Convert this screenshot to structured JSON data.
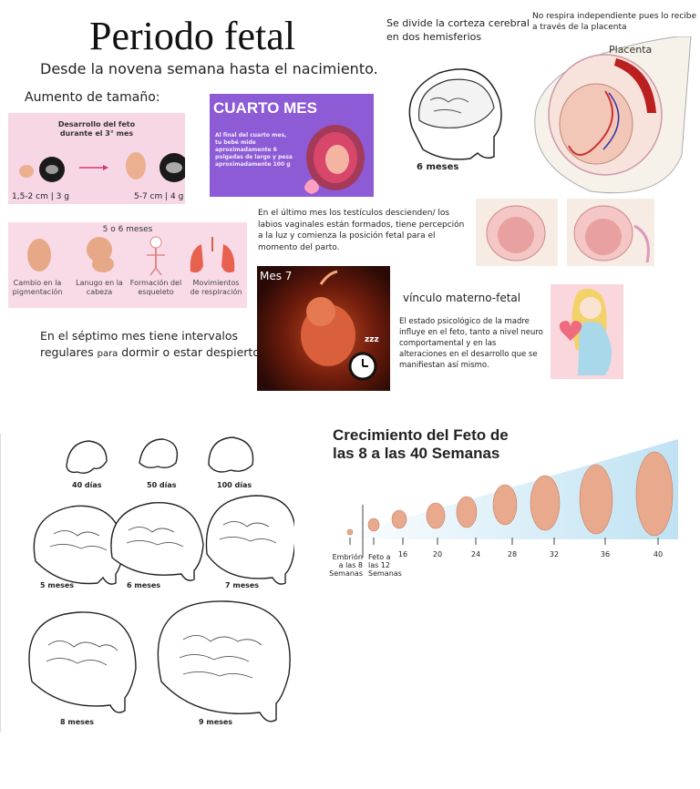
{
  "title": "Periodo fetal",
  "subtitle": "Desde la novena semana hasta el nacimiento.",
  "growth_header": "Aumento de tamaño:",
  "panel1": {
    "heading_line1": "Desarrollo del feto",
    "heading_line2": "durante el 3° mes",
    "left_caption": "1,5-2 cm | 3 g",
    "right_caption": "5-7 cm | 4 g"
  },
  "cuarto_mes": {
    "title": "CUARTO MES",
    "text": "Al final del cuarto mes, tu bebé mide aproximadamente 6 pulgadas de largo y pesa aproximadamente 100 g"
  },
  "panel2": {
    "heading": "5 o 6 meses",
    "items": [
      "Cambio en la pigmentación",
      "Lanugo en la cabeza",
      "Formación del esqueleto",
      "Movimientos de respiración"
    ]
  },
  "corteza_text": "Se divide la corteza cerebral en dos hemisferios",
  "seis_meses_label": "6 meses",
  "placenta_text": "No respira independiente pues lo recibe a través de la placenta",
  "placenta_label": "Placenta",
  "ultimo_mes_text": "En el último mes los testículos descienden/ los labios vaginales están formados, tiene percepción a la luz y comienza la posición fetal para el momento del parto.",
  "septimo_text_line1": "En el séptimo mes tiene intervalos",
  "septimo_text_line2a": "regulares ",
  "septimo_text_para": "para",
  "septimo_text_line2b": " dormir o estar despierto",
  "mes7_label": "Mes 7",
  "zzz": "zzz",
  "vinculo_title": "vínculo materno-fetal",
  "vinculo_text": "El estado psicológico de la madre influye en el feto, tanto a nivel neuro comportamental y en las alteraciones en el desarrollo que se manifiestan así mismo.",
  "brains": [
    "40 días",
    "50 días",
    "100 días",
    "5 meses",
    "6 meses",
    "7 meses",
    "8 meses",
    "9 meses"
  ],
  "growth_chart": {
    "title_line1": "Crecimiento del Feto de",
    "title_line2": "las 8 a las 40 Semanas",
    "embrion_label": "Embrión a las 8 Semanas",
    "embrion_l1": "Embrión",
    "embrion_l2": "a las 8",
    "embrion_l3": "Semanas",
    "feto_l1": "Feto a",
    "feto_l2": "las 12",
    "feto_l3": "Semanas",
    "weeks": [
      "16",
      "20",
      "24",
      "28",
      "32",
      "36",
      "40"
    ]
  },
  "colors": {
    "pink_panel": "#f7d7e6",
    "purple": "#8d5bd6",
    "fetus": "#e9a98c",
    "blue_band": "#cfe8f5"
  }
}
